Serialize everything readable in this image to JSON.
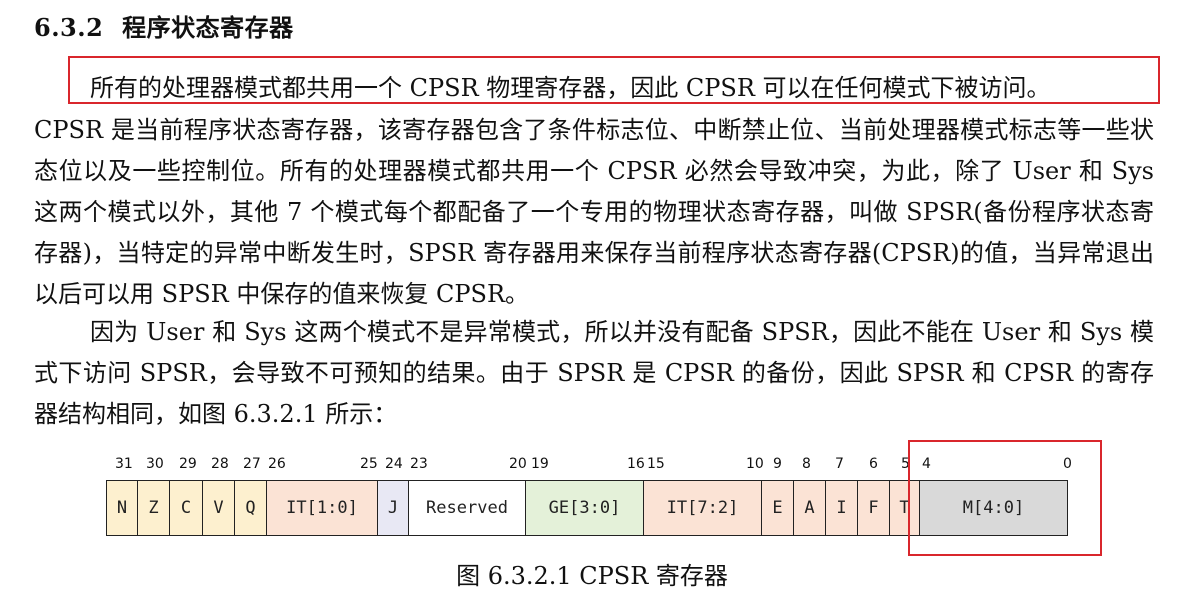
{
  "section": {
    "number": "6.3.2",
    "title": "程序状态寄存器"
  },
  "paragraphs": {
    "p1": "所有的处理器模式都共用一个 CPSR 物理寄存器，因此 CPSR 可以在任何模式下被访问。",
    "p2": "CPSR 是当前程序状态寄存器，该寄存器包含了条件标志位、中断禁止位、当前处理器模式标志等一些状态位以及一些控制位。所有的处理器模式都共用一个 CPSR 必然会导致冲突，为此，除了 User 和 Sys 这两个模式以外，其他 7 个模式每个都配备了一个专用的物理状态寄存器，叫做 SPSR(备份程序状态寄存器)，当特定的异常中断发生时，SPSR 寄存器用来保存当前程序状态寄存器(CPSR)的值，当异常退出以后可以用 SPSR 中保存的值来恢复 CPSR。",
    "p3": "因为 User 和 Sys 这两个模式不是异常模式，所以并没有配备 SPSR，因此不能在 User 和 Sys 模式下访问 SPSR，会导致不可预知的结果。由于 SPSR 是 CPSR 的备份，因此 SPSR 和 CPSR 的寄存器结构相同，如图 6.3.2.1 所示："
  },
  "figure": {
    "bit_numbers": [
      "31",
      "30",
      "29",
      "28",
      "27",
      "26",
      "25",
      "24",
      "23",
      "20",
      "19",
      "16",
      "15",
      "10",
      "9",
      "8",
      "7",
      "6",
      "5",
      "4",
      "0"
    ],
    "fields": [
      {
        "label": "N",
        "color": "#fdf0cf"
      },
      {
        "label": "Z",
        "color": "#fdf0cf"
      },
      {
        "label": "C",
        "color": "#fdf0cf"
      },
      {
        "label": "V",
        "color": "#fdf0cf"
      },
      {
        "label": "Q",
        "color": "#fdf0cf"
      },
      {
        "label": "IT[1:0]",
        "color": "#fbe3d5"
      },
      {
        "label": "J",
        "color": "#e8e8f4"
      },
      {
        "label": "Reserved",
        "color": "#ffffff"
      },
      {
        "label": "GE[3:0]",
        "color": "#e4f1d9"
      },
      {
        "label": "IT[7:2]",
        "color": "#fbe3d5"
      },
      {
        "label": "E",
        "color": "#fbe3d5"
      },
      {
        "label": "A",
        "color": "#fbe3d5"
      },
      {
        "label": "I",
        "color": "#fbe3d5"
      },
      {
        "label": "F",
        "color": "#fbe3d5"
      },
      {
        "label": "T",
        "color": "#fbe3d5"
      },
      {
        "label": "M[4:0]",
        "color": "#d9d9d9"
      }
    ],
    "caption": "图 6.3.2.1 CPSR 寄存器",
    "highlight_color": "#d9262c"
  }
}
